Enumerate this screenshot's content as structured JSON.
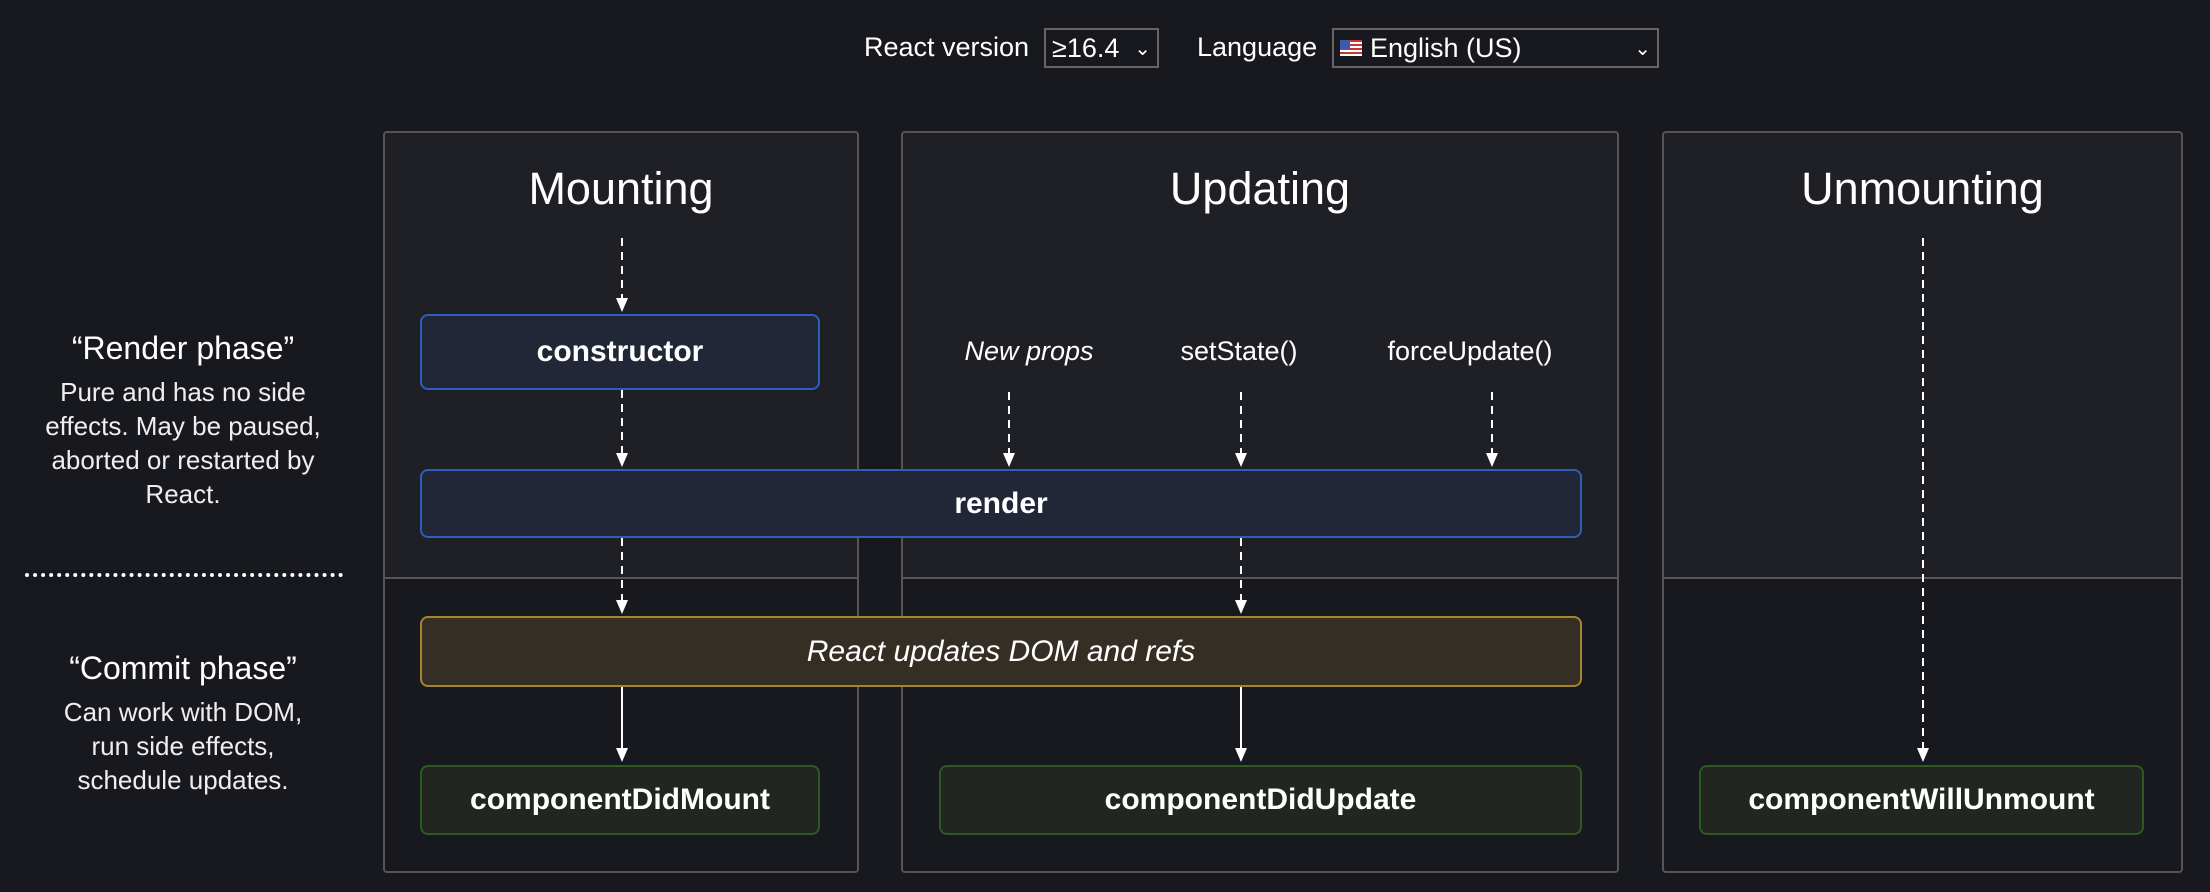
{
  "controls": {
    "react_version_label": "React version",
    "react_version_value": "≥16.4",
    "language_label": "Language",
    "language_value": "English (US)",
    "language_flag": "us-flag-icon"
  },
  "side": {
    "render_title": "“Render phase”",
    "render_desc": "Pure and has no side effects. May be paused, aborted or restarted by React.",
    "commit_title": "“Commit phase”",
    "commit_desc": "Can work with DOM, run side effects, schedule updates."
  },
  "panels": {
    "mounting": "Mounting",
    "updating": "Updating",
    "unmounting": "Unmounting"
  },
  "triggers": {
    "new_props": "New props",
    "set_state": "setState()",
    "force_update": "forceUpdate()"
  },
  "methods": {
    "constructor": "constructor",
    "render": "render",
    "dom_update": "React updates DOM and refs",
    "did_mount": "componentDidMount",
    "did_update": "componentDidUpdate",
    "will_unmount": "componentWillUnmount"
  },
  "colors": {
    "render_phase_border": "#2b5fb8",
    "commit_border": "#a48430",
    "lifecycle_border": "#2e5a22",
    "background": "#18191e"
  }
}
